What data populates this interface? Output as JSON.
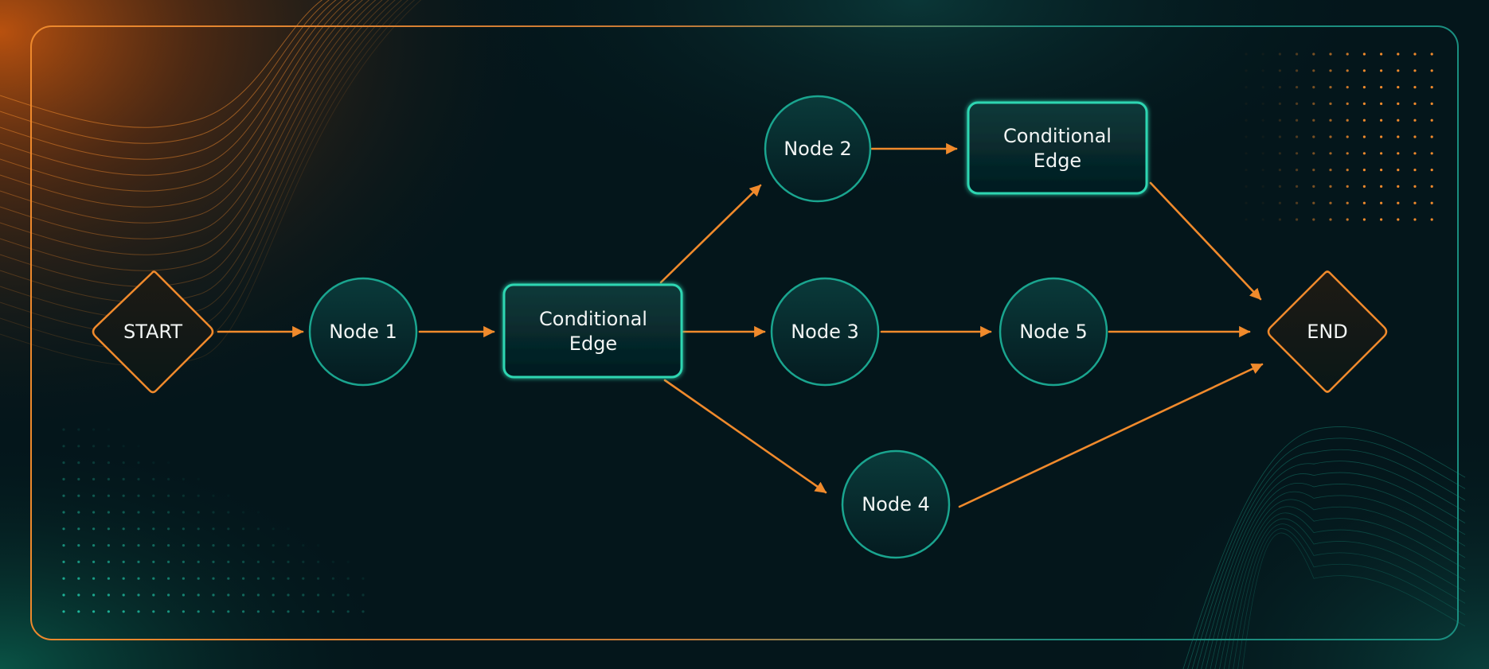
{
  "diagram": {
    "colors": {
      "accent_orange": "#f08a2c",
      "accent_teal": "#1fb89c",
      "node_fill": "#06262a",
      "background": "#04161b",
      "text": "#f2f5f4"
    },
    "nodes": [
      {
        "id": "start",
        "shape": "diamond",
        "label": "START"
      },
      {
        "id": "node1",
        "shape": "circle",
        "label": "Node 1"
      },
      {
        "id": "cond1",
        "shape": "rect",
        "lines": [
          "Conditional",
          "Edge"
        ]
      },
      {
        "id": "node2",
        "shape": "circle",
        "label": "Node 2"
      },
      {
        "id": "cond2",
        "shape": "rect",
        "lines": [
          "Conditional",
          "Edge"
        ]
      },
      {
        "id": "node3",
        "shape": "circle",
        "label": "Node 3"
      },
      {
        "id": "node5",
        "shape": "circle",
        "label": "Node 5"
      },
      {
        "id": "node4",
        "shape": "circle",
        "label": "Node 4"
      },
      {
        "id": "end",
        "shape": "diamond",
        "label": "END"
      }
    ],
    "edges": [
      {
        "from": "start",
        "to": "node1"
      },
      {
        "from": "node1",
        "to": "cond1"
      },
      {
        "from": "cond1",
        "to": "node2"
      },
      {
        "from": "cond1",
        "to": "node3"
      },
      {
        "from": "cond1",
        "to": "node4"
      },
      {
        "from": "node2",
        "to": "cond2"
      },
      {
        "from": "cond2",
        "to": "end"
      },
      {
        "from": "node3",
        "to": "node5"
      },
      {
        "from": "node5",
        "to": "end"
      },
      {
        "from": "node4",
        "to": "end"
      }
    ]
  }
}
